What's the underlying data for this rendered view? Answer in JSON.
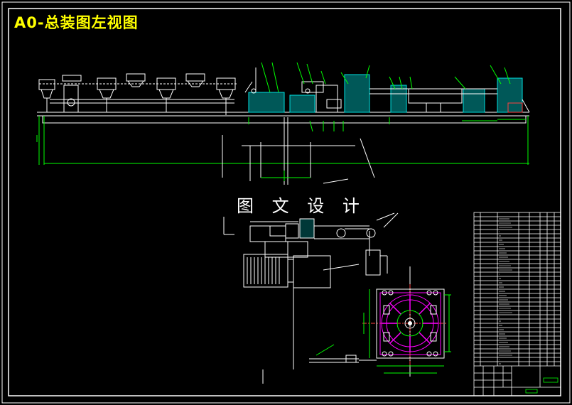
{
  "drawing": {
    "title": "A0-总装图左视图",
    "watermark": "图 文 设 计"
  },
  "colors": {
    "background": "#000000",
    "lines": "#ffffff",
    "title": "#ffff00",
    "section_hatch": "#00c8c8",
    "leaders": "#00ff00",
    "dimensions": "#00ff00",
    "parts_magenta": "#ff00ff",
    "centerlines": "#ff4040"
  },
  "views": [
    "front-assembly-view",
    "side-detail-view",
    "plan-view-rotary-table",
    "bill-of-materials-table",
    "title-block"
  ]
}
